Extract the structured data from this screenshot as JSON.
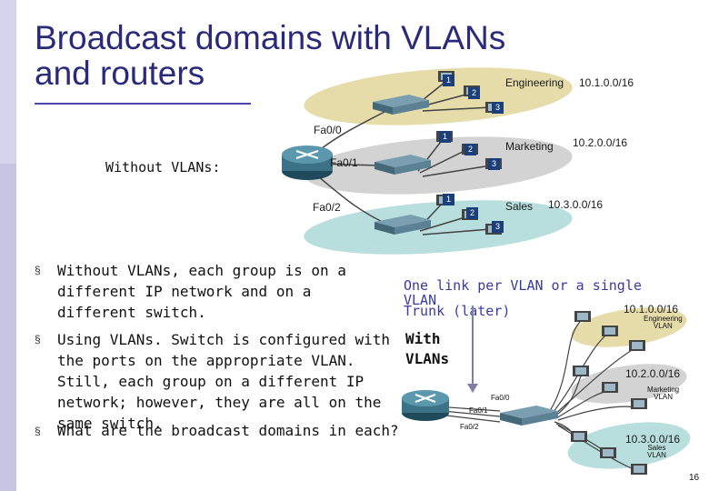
{
  "title": {
    "line1": "Broadcast domains with VLANs",
    "line2": "and routers"
  },
  "top_diagram": {
    "label": "Without VLANs:",
    "ports": [
      "Fa0/0",
      "Fa0/1",
      "Fa0/2"
    ],
    "groups": [
      {
        "name": "Engineering",
        "network": "10.1.0.0/16",
        "hosts": [
          "1",
          "2",
          "3"
        ]
      },
      {
        "name": "Marketing",
        "network": "10.2.0.0/16",
        "hosts": [
          "1",
          "2",
          "3"
        ]
      },
      {
        "name": "Sales",
        "network": "10.3.0.0/16",
        "hosts": [
          "1",
          "2",
          "3"
        ]
      }
    ]
  },
  "bullets": [
    {
      "symbol": "§",
      "text": "Without VLANs, each group  is on a different IP network and on a different switch."
    },
    {
      "symbol": "§",
      "text": "Using VLANs. Switch is configured with the ports on the appropriate VLAN. Still, each group on a different IP network; however, they are all on the same switch."
    },
    {
      "symbol": "§",
      "text": "What are the broadcast domains in each?"
    }
  ],
  "callout": {
    "line1": "One link per VLAN or a single VLAN",
    "line2": "Trunk (later)",
    "with_line1": "With",
    "with_line2": "VLANs"
  },
  "bottom_diagram": {
    "ports": [
      "Fa0/0",
      "Fa0/1",
      "Fa0/2"
    ],
    "groups": [
      {
        "vlan_line1": "Engineering",
        "vlan_line2": "VLAN",
        "network": "10.1.0.0/16"
      },
      {
        "vlan_line1": "Marketing",
        "vlan_line2": "VLAN",
        "network": "10.2.0.0/16"
      },
      {
        "vlan_line1": "Sales",
        "vlan_line2": "VLAN",
        "network": "10.3.0.0/16"
      }
    ]
  },
  "page_number": "16",
  "colors": {
    "accent": "#2a2a7a",
    "engineering": "#e6dcaa",
    "marketing": "#d0d0d0",
    "sales": "#b8dede",
    "sidebar": "#d4d4ec"
  }
}
